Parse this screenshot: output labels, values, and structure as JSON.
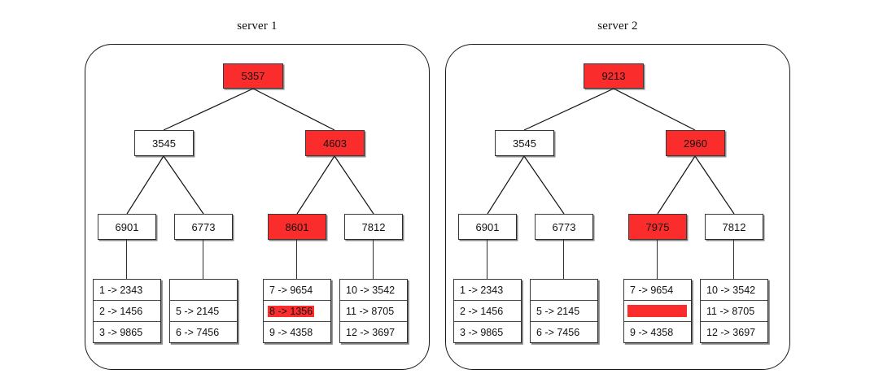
{
  "figure": {
    "type": "tree-diagram",
    "panel_count": 2,
    "accent_red": "#fb2c2c",
    "node_border": "#3a3a3a",
    "background": "#ffffff"
  },
  "servers": [
    {
      "title": "server 1",
      "root": {
        "label": "5357",
        "highlight": true
      },
      "level2": [
        {
          "label": "3545",
          "highlight": false
        },
        {
          "label": "4603",
          "highlight": true
        }
      ],
      "level3": [
        {
          "label": "6901",
          "highlight": false
        },
        {
          "label": "6773",
          "highlight": false
        },
        {
          "label": "8601",
          "highlight": true
        },
        {
          "label": "7812",
          "highlight": false
        }
      ],
      "leaf_groups": [
        {
          "cells": [
            {
              "label": "1 -> 2343",
              "style": "plain"
            },
            {
              "label": "2 -> 1456",
              "style": "plain"
            },
            {
              "label": "3 -> 9865",
              "style": "plain"
            }
          ]
        },
        {
          "cells": [
            {
              "label": "",
              "style": "empty"
            },
            {
              "label": "5 -> 2145",
              "style": "plain"
            },
            {
              "label": "6 -> 7456",
              "style": "plain"
            }
          ]
        },
        {
          "cells": [
            {
              "label": "7 -> 9654",
              "style": "plain"
            },
            {
              "label": "8 -> 1356",
              "style": "highlighted-text"
            },
            {
              "label": "9 -> 4358",
              "style": "plain"
            }
          ]
        },
        {
          "cells": [
            {
              "label": "10 -> 3542",
              "style": "plain"
            },
            {
              "label": "11 -> 8705",
              "style": "plain"
            },
            {
              "label": "12 -> 3697",
              "style": "plain"
            }
          ]
        }
      ]
    },
    {
      "title": "server 2",
      "root": {
        "label": "9213",
        "highlight": true
      },
      "level2": [
        {
          "label": "3545",
          "highlight": false
        },
        {
          "label": "2960",
          "highlight": true
        }
      ],
      "level3": [
        {
          "label": "6901",
          "highlight": false
        },
        {
          "label": "6773",
          "highlight": false
        },
        {
          "label": "7975",
          "highlight": true
        },
        {
          "label": "7812",
          "highlight": false
        }
      ],
      "leaf_groups": [
        {
          "cells": [
            {
              "label": "1 -> 2343",
              "style": "plain"
            },
            {
              "label": "2 -> 1456",
              "style": "plain"
            },
            {
              "label": "3 -> 9865",
              "style": "plain"
            }
          ]
        },
        {
          "cells": [
            {
              "label": "",
              "style": "empty"
            },
            {
              "label": "5 -> 2145",
              "style": "plain"
            },
            {
              "label": "6 -> 7456",
              "style": "plain"
            }
          ]
        },
        {
          "cells": [
            {
              "label": "7 -> 9654",
              "style": "plain"
            },
            {
              "label": "",
              "style": "red-bar"
            },
            {
              "label": "9 -> 4358",
              "style": "plain"
            }
          ]
        },
        {
          "cells": [
            {
              "label": "10 -> 3542",
              "style": "plain"
            },
            {
              "label": "11 -> 8705",
              "style": "plain"
            },
            {
              "label": "12 -> 3697",
              "style": "plain"
            }
          ]
        }
      ]
    }
  ]
}
